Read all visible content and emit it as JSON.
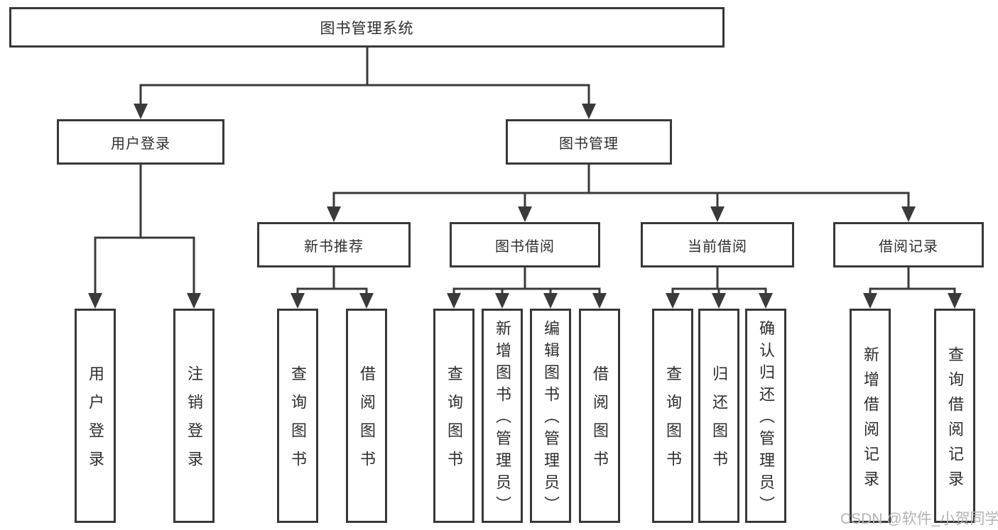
{
  "diagram": {
    "root": {
      "label": "图书管理系统"
    },
    "branches": [
      {
        "label": "用户登录",
        "leaves": [
          {
            "label": "用户登录"
          },
          {
            "label": "注销登录"
          }
        ]
      },
      {
        "label": "图书管理",
        "sections": [
          {
            "label": "新书推荐",
            "leaves": [
              {
                "label": "查询图书"
              },
              {
                "label": "借阅图书"
              }
            ]
          },
          {
            "label": "图书借阅",
            "leaves": [
              {
                "label": "查询图书"
              },
              {
                "label": "新增图书（管理员）"
              },
              {
                "label": "编辑图书（管理员）"
              },
              {
                "label": "借阅图书"
              }
            ]
          },
          {
            "label": "当前借阅",
            "leaves": [
              {
                "label": "查询图书"
              },
              {
                "label": "归还图书"
              },
              {
                "label": "确认归还（管理员）"
              }
            ]
          },
          {
            "label": "借阅记录",
            "leaves": [
              {
                "label": "新增借阅记录"
              },
              {
                "label": "查询借阅记录"
              }
            ]
          }
        ]
      }
    ]
  },
  "watermark": "CSDN @软件_小贺同学",
  "colors": {
    "line": "#3a3a3a",
    "box_border": "#383838",
    "text": "#2e2e2e",
    "watermark": "#b3b3b3",
    "background": "#ffffff"
  }
}
